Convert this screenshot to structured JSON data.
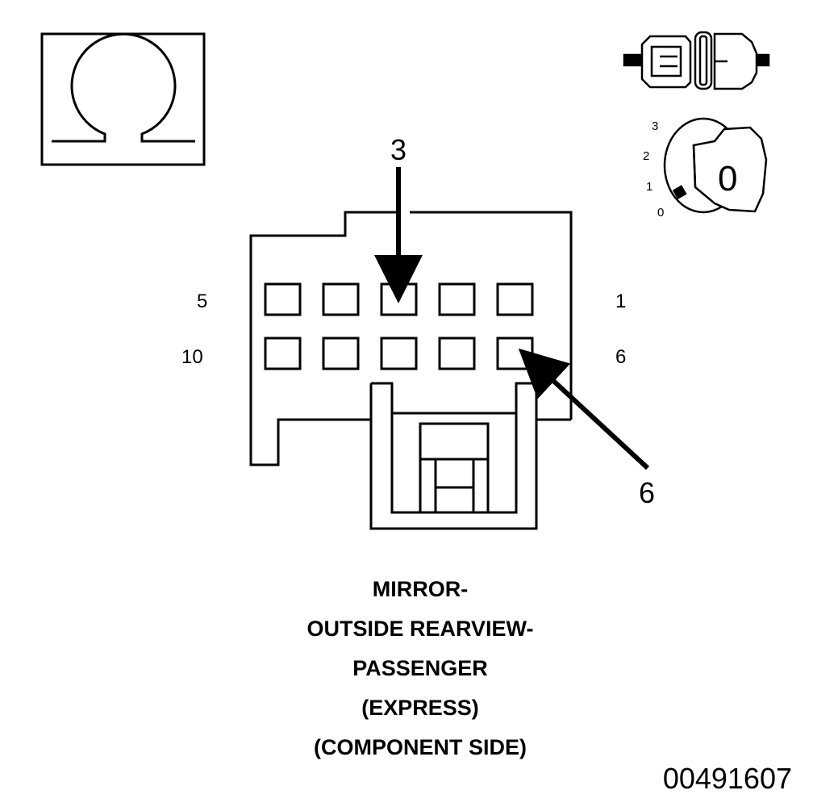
{
  "title": {
    "lines": [
      "MIRROR-",
      "OUTSIDE REARVIEW-",
      "PASSENGER",
      "(EXPRESS)",
      "(COMPONENT SIDE)"
    ]
  },
  "figure_id": "00491607",
  "icons": {
    "ohm": {
      "symbol": "ohm-icon"
    },
    "connector": {
      "symbol": "disconnected-connector-icon"
    },
    "ignition": {
      "symbol": "ignition-key-icon",
      "key_position": "0",
      "scale": [
        "3",
        "2",
        "1",
        "0"
      ]
    }
  },
  "connector": {
    "pin_end_labels": {
      "top_left": "5",
      "top_right": "1",
      "bottom_left": "10",
      "bottom_right": "6"
    },
    "callouts": [
      {
        "label": "3",
        "pin": "3"
      },
      {
        "label": "6",
        "pin": "6"
      }
    ]
  },
  "colors": {
    "ink": "#000000",
    "paper": "#ffffff"
  }
}
